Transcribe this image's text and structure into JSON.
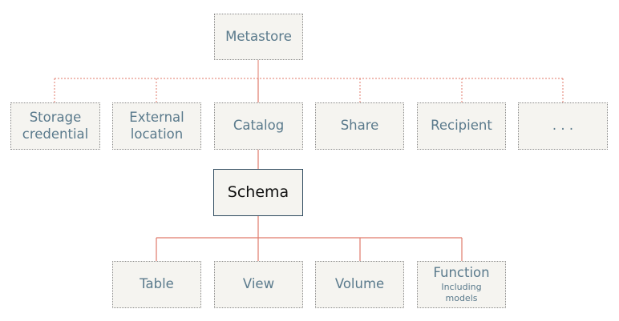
{
  "diagram": {
    "root": {
      "label": "Metastore"
    },
    "level1": [
      {
        "id": "storage-credential",
        "label": "Storage\ncredential"
      },
      {
        "id": "external-location",
        "label": "External\nlocation"
      },
      {
        "id": "catalog",
        "label": "Catalog"
      },
      {
        "id": "share",
        "label": "Share"
      },
      {
        "id": "recipient",
        "label": "Recipient"
      },
      {
        "id": "more",
        "label": ". . ."
      }
    ],
    "schema": {
      "label": "Schema"
    },
    "level3": [
      {
        "id": "table",
        "label": "Table"
      },
      {
        "id": "view",
        "label": "View"
      },
      {
        "id": "volume",
        "label": "Volume"
      },
      {
        "id": "function",
        "label": "Function",
        "sublabel": "Including\nmodels"
      }
    ],
    "colors": {
      "connector": "#e07a6a",
      "node_fill": "#f5f4f0",
      "node_text": "#5a7a8c",
      "schema_border": "#2e4a5e"
    }
  }
}
